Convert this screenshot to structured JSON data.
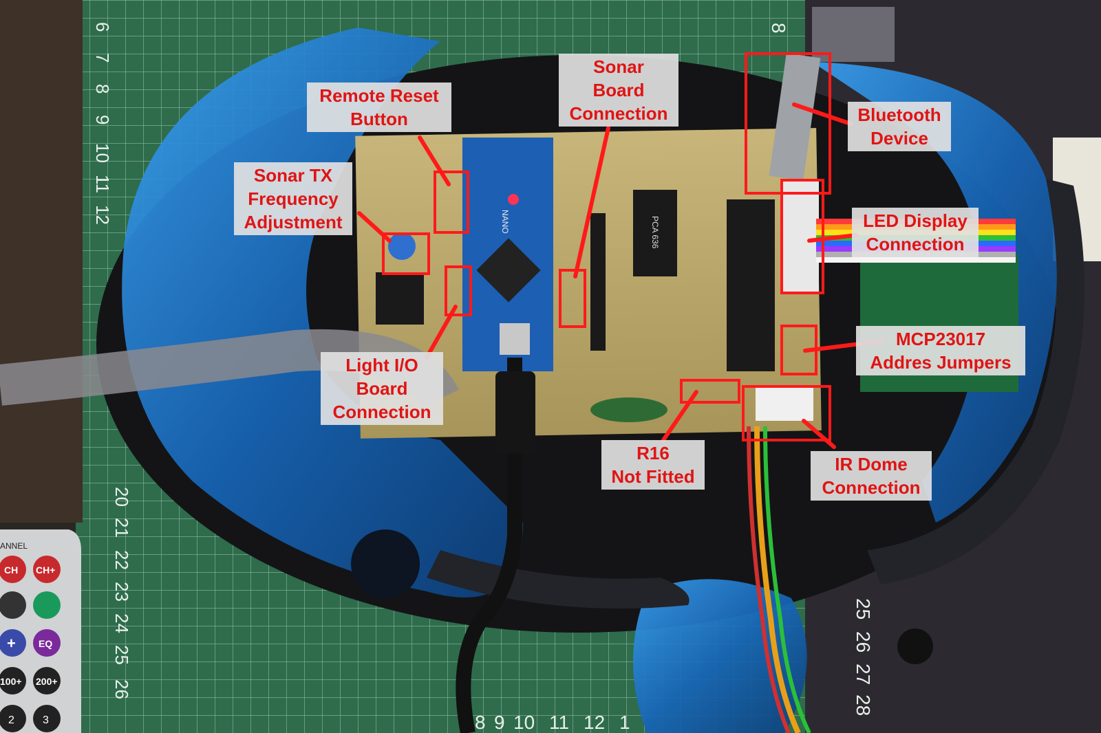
{
  "annotations": {
    "remote_reset": [
      "Remote Reset",
      "Button"
    ],
    "sonar_board": [
      "Sonar",
      "Board",
      "Connection"
    ],
    "bluetooth": [
      "Bluetooth",
      "Device"
    ],
    "sonar_tx": [
      "Sonar TX",
      "Frequency",
      "Adjustment"
    ],
    "led_display": [
      "LED Display",
      "Connection"
    ],
    "mcp23017": [
      "MCP23017",
      "Addres Jumpers"
    ],
    "light_io": [
      "Light I/O",
      "Board",
      "Connection"
    ],
    "r16": [
      "R16",
      "Not Fitted"
    ],
    "ir_dome": [
      "IR Dome",
      "Connection"
    ]
  },
  "photo_text": {
    "board_brand": "NANO",
    "chip_small": "PCA 636",
    "remote_channel": "CHANNEL",
    "remote_buttons": [
      "CH-",
      "CH+",
      "EQ",
      "100+",
      "200+",
      "2",
      "3",
      "+"
    ],
    "ruler_left": [
      "6",
      "7",
      "8",
      "9",
      "10",
      "11",
      "12"
    ],
    "ruler_left_lower": [
      "20",
      "21",
      "22",
      "23",
      "24",
      "25",
      "26"
    ],
    "ruler_bottom": [
      "8",
      "9",
      "10",
      "11",
      "12",
      "1"
    ],
    "ruler_right": [
      "25",
      "26",
      "27",
      "28"
    ],
    "ruler_top_right": "8"
  },
  "colors": {
    "label_text": "#e01414",
    "label_bg": "#e1e1e1",
    "callout": "#ff1a1a",
    "shell_blue": "#1a74c8",
    "pcb": "#b8a56a",
    "mat_green": "#2d6b4a"
  }
}
